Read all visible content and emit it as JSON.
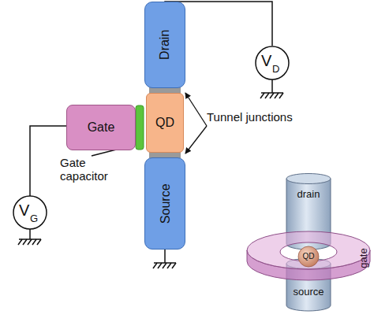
{
  "diagram": {
    "nodes": [
      {
        "text": [
          "Drain"
        ]
      },
      {
        "text": [
          "Gate"
        ]
      },
      {
        "text": [
          "QD"
        ]
      },
      {
        "text": [
          "Source"
        ]
      },
      {
        "text": [
          "drain"
        ]
      },
      {
        "text": [
          "gate"
        ]
      },
      {
        "text": [
          "QD"
        ]
      },
      {
        "text": [
          "source"
        ]
      }
    ],
    "labels": [
      "V",
      "D",
      "V",
      "G",
      "Tunnel junctions",
      "Gate capacitor"
    ]
  }
}
